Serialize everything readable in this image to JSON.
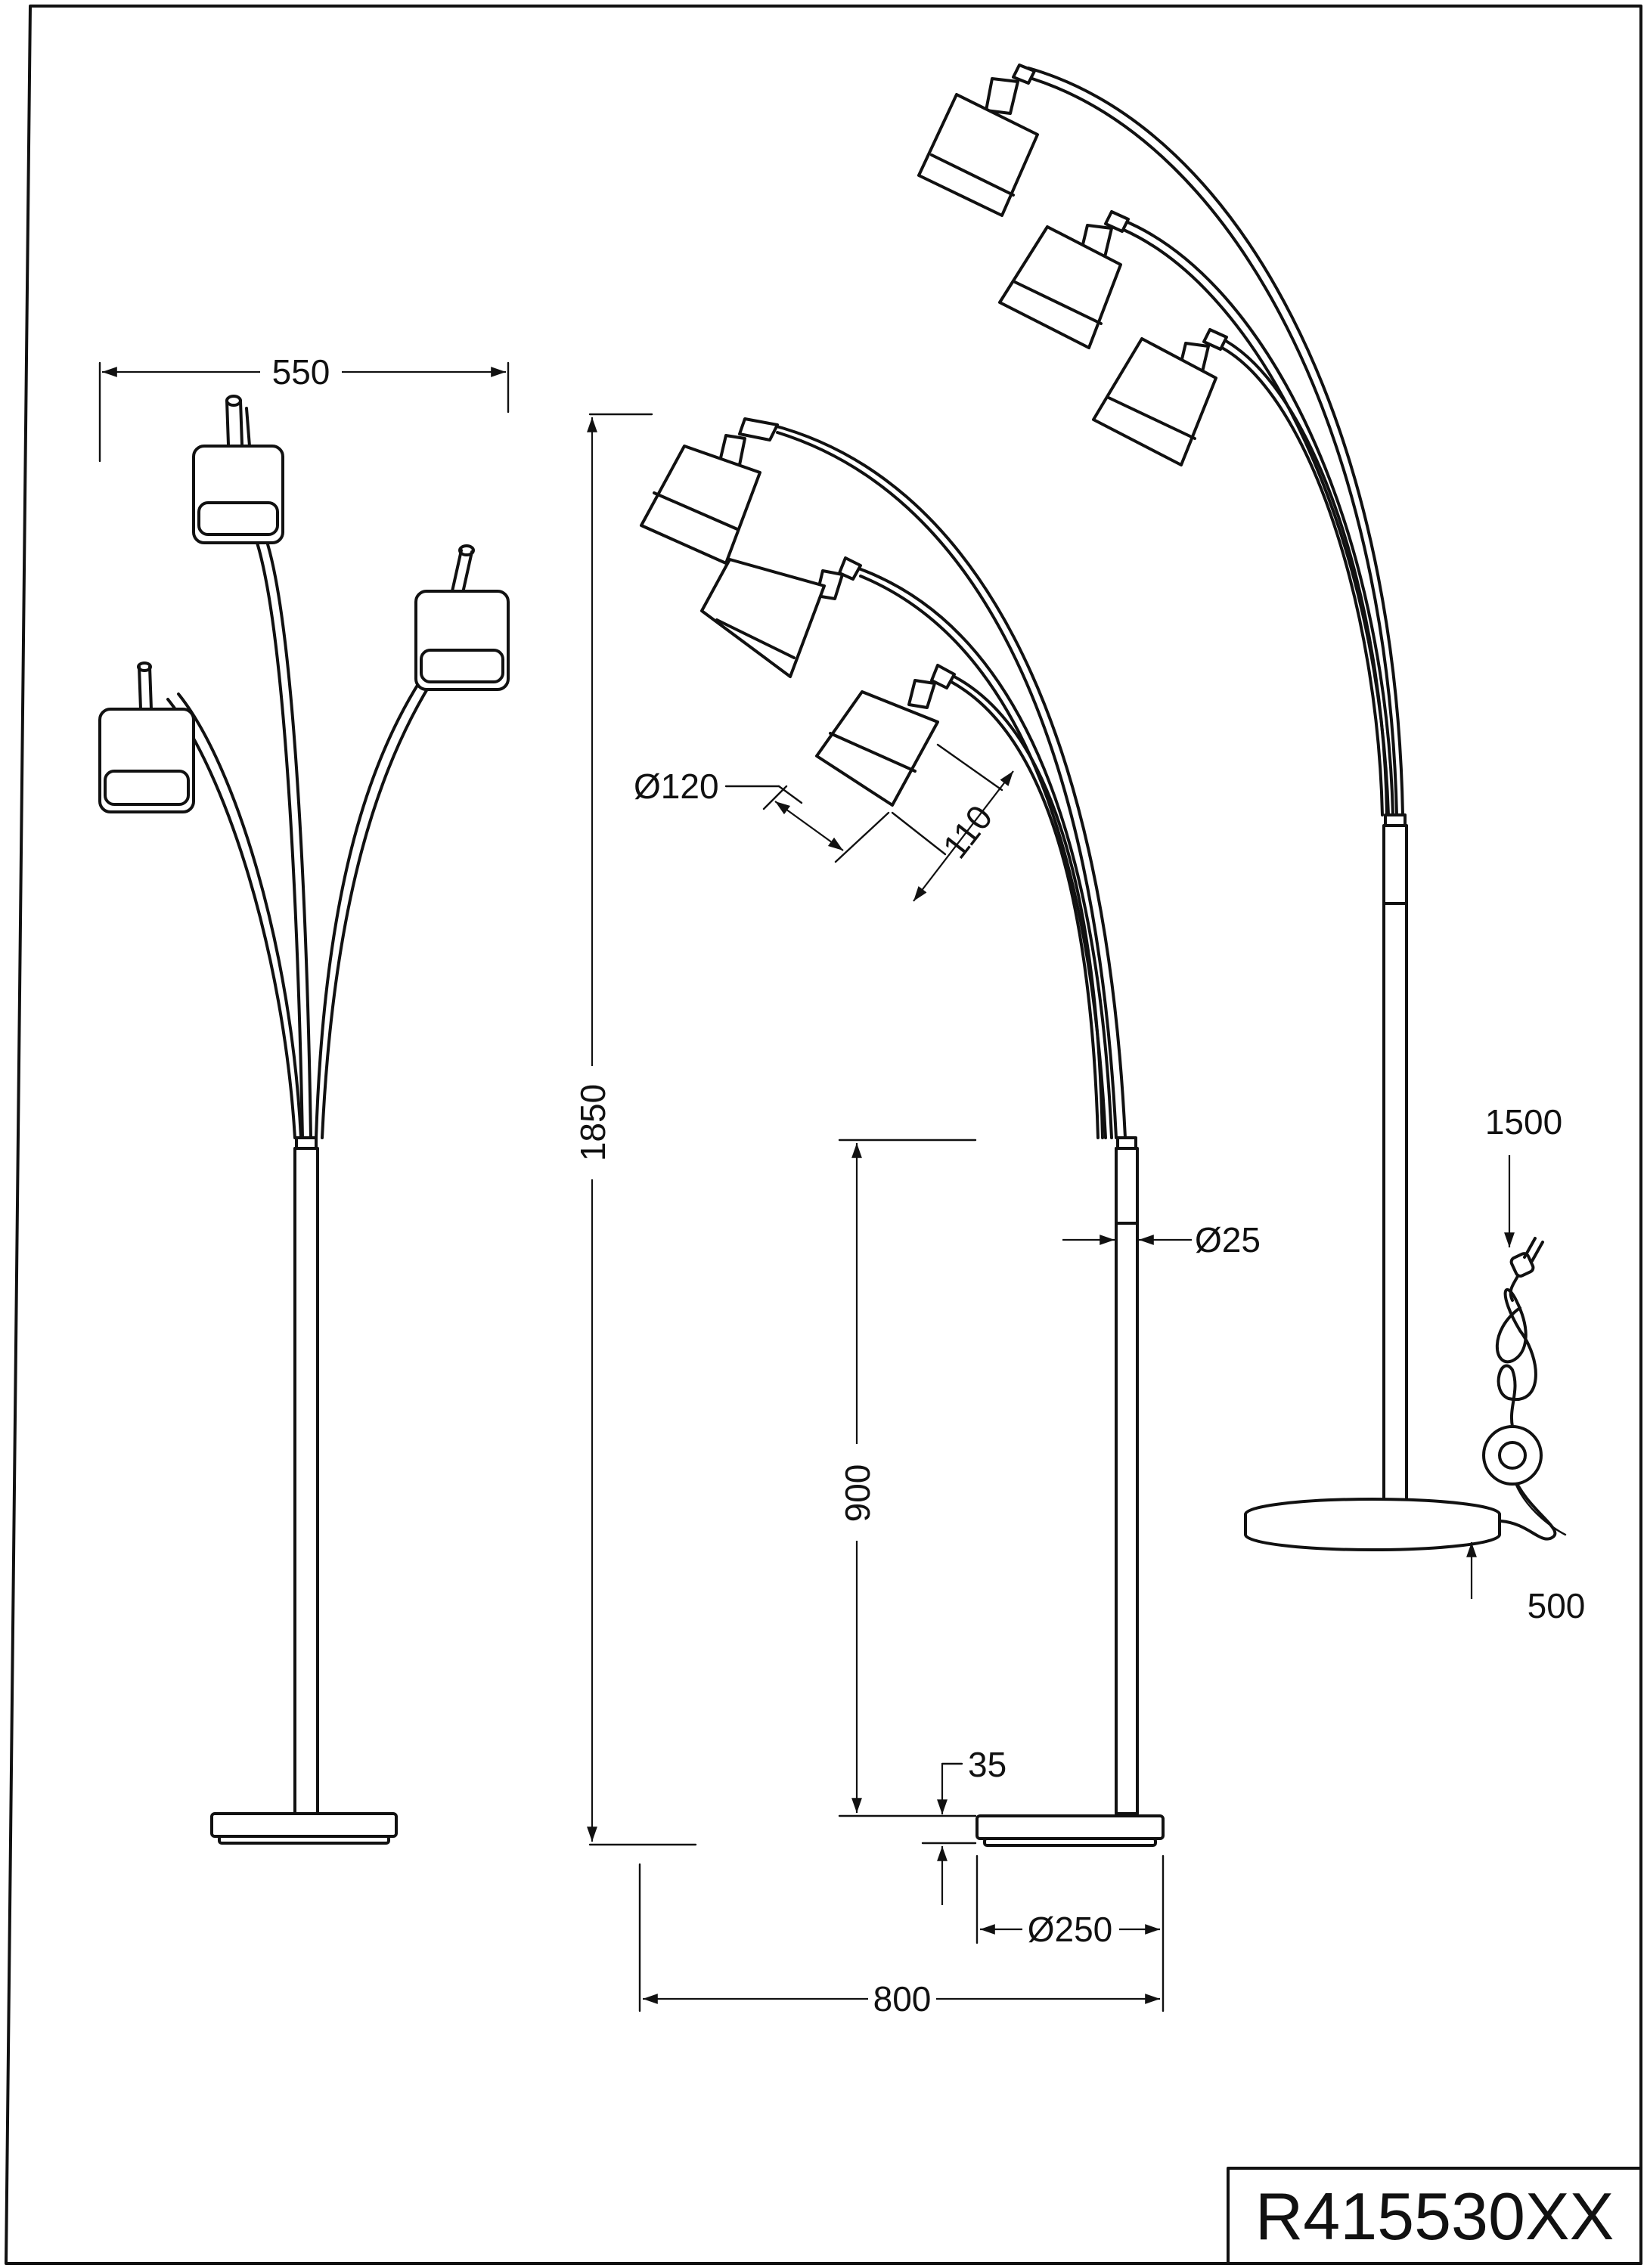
{
  "drawing": {
    "product_code": "R415530XX",
    "front_view": {
      "width": "550"
    },
    "side_view": {
      "height": "1850",
      "shade_diameter": "Ø120",
      "shade_height": "110",
      "tube_diameter": "Ø25",
      "switch_height": "900",
      "base_height": "35",
      "base_diameter": "Ø250",
      "reach": "800"
    },
    "cable": {
      "to_plug": "1500",
      "to_switch": "500"
    }
  }
}
